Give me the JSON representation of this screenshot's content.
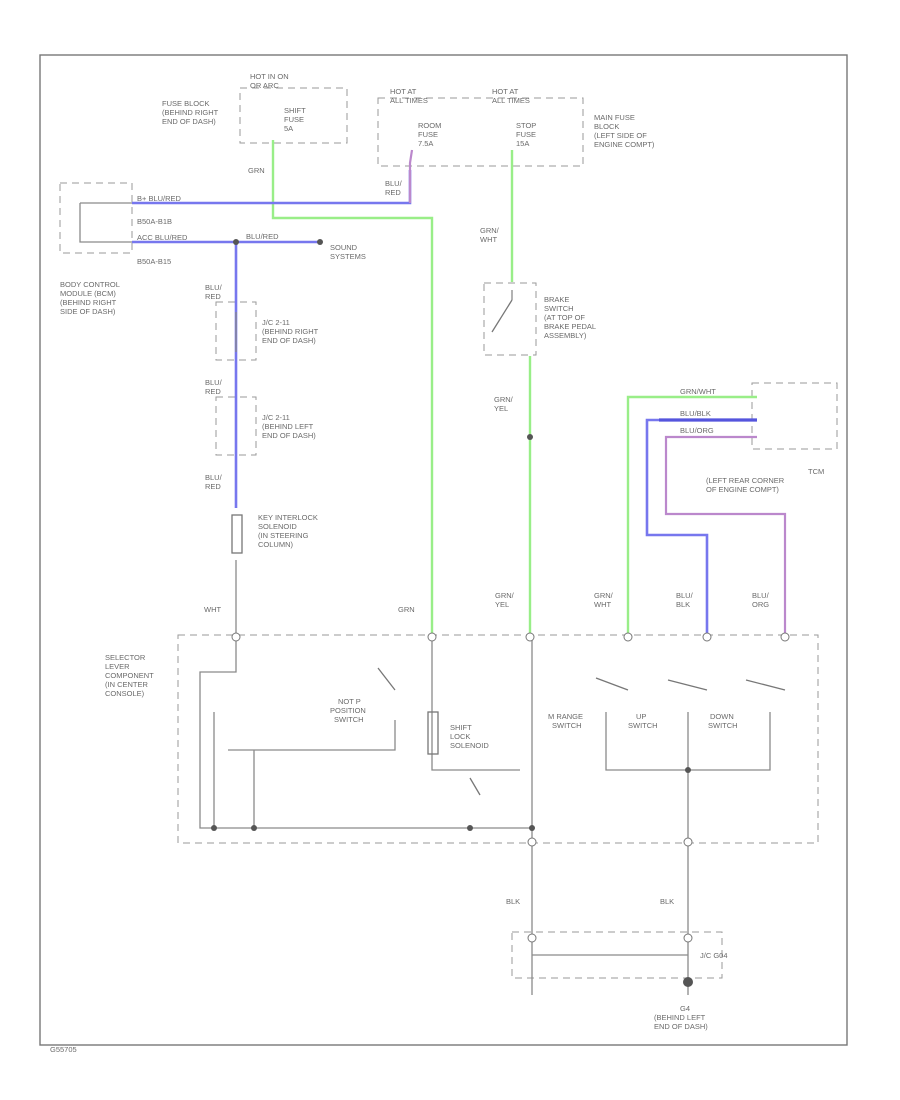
{
  "labels": {
    "hot_run_top1": "HOT IN ON",
    "hot_run_top2": "OR ARC",
    "fuse_block_1": "FUSE BLOCK",
    "fuse_block_2": "(BEHIND RIGHT",
    "fuse_block_3": "END OF DASH)",
    "shift_fuse_1": "SHIFT",
    "shift_fuse_2": "FUSE",
    "shift_fuse_3": "5A",
    "hot_at_all_1a": "HOT AT",
    "hot_at_all_1b": "ALL TIMES",
    "hot_at_all_2a": "HOT AT",
    "hot_at_all_2b": "ALL TIMES",
    "room_fuse_1": "ROOM",
    "room_fuse_2": "FUSE",
    "room_fuse_3": "7.5A",
    "stop_fuse_1": "STOP",
    "stop_fuse_2": "FUSE",
    "stop_fuse_3": "15A",
    "main_fuse_1": "MAIN FUSE",
    "main_fuse_2": "BLOCK",
    "main_fuse_3": "(LEFT SIDE OF",
    "main_fuse_4": "ENGINE COMPT)",
    "wire_grn_1": "GRN",
    "wire_blu_red_1a": "BLU/",
    "wire_blu_red_1b": "RED",
    "bcm_row1": "B+   BLU/RED",
    "bcm_row1b": "B50A-B1B",
    "bcm_row2": "ACC  BLU/RED",
    "bcm_row2b": "B50A-B15",
    "bcm_blu_red": "BLU/RED",
    "sound_systems_1": "SOUND",
    "sound_systems_2": "SYSTEMS",
    "bcm_1": "BODY CONTROL",
    "bcm_2": "MODULE (BCM)",
    "bcm_3": "(BEHIND RIGHT",
    "bcm_4": "SIDE OF DASH)",
    "wire_grn_wht_1a": "GRN/",
    "wire_grn_wht_1b": "WHT",
    "brake_sw_1": "BRAKE",
    "brake_sw_2": "SWITCH",
    "brake_sw_3": "(AT TOP OF",
    "brake_sw_4": "BRAKE PEDAL",
    "brake_sw_5": "ASSEMBLY)",
    "wire_blu_red_2a": "BLU/",
    "wire_blu_red_2b": "RED",
    "jc1_1": "J/C 2-11",
    "jc1_2": "(BEHIND RIGHT",
    "jc1_3": "END OF DASH)",
    "wire_blu_red_3a": "BLU/",
    "wire_blu_red_3b": "RED",
    "jc2_1": "J/C 2-11",
    "jc2_2": "(BEHIND LEFT",
    "jc2_3": "END OF DASH)",
    "wire_grn_yel_1a": "GRN/",
    "wire_grn_yel_1b": "YEL",
    "tcm_wire_1": "GRN/WHT",
    "tcm_wire_2": "BLU/BLK",
    "tcm_wire_3": "BLU/ORG",
    "tcm_1": "TCM",
    "tcm_2": "(LEFT REAR CORNER",
    "tcm_3": "OF ENGINE COMPT)",
    "wire_blu_red_4a": "BLU/",
    "wire_blu_red_4b": "RED",
    "key_interlock_1": "KEY INTERLOCK",
    "key_interlock_2": "SOLENOID",
    "key_interlock_3": "(IN STEERING",
    "key_interlock_4": "COLUMN)",
    "wire_wht": "WHT",
    "wire_grn_2": "GRN",
    "wire_grn_yel_2a": "GRN/",
    "wire_grn_yel_2b": "YEL",
    "wire_grn_wht_2a": "GRN/",
    "wire_grn_wht_2b": "WHT",
    "wire_blu_blk_a": "BLU/",
    "wire_blu_blk_b": "BLK",
    "wire_blu_org_a": "BLU/",
    "wire_blu_org_b": "ORG",
    "selector_1": "SELECTOR",
    "selector_2": "LEVER",
    "selector_3": "COMPONENT",
    "selector_4": "(IN CENTER",
    "selector_5": "CONSOLE)",
    "notp_1": "NOT P",
    "notp_2": "POSITION",
    "notp_3": "SWITCH",
    "shift_lock_1": "SHIFT",
    "shift_lock_2": "LOCK",
    "shift_lock_3": "SOLENOID",
    "mrange_1": "M RANGE",
    "mrange_2": "SWITCH",
    "up_1": "UP",
    "up_2": "SWITCH",
    "down_1": "DOWN",
    "down_2": "SWITCH",
    "wire_blk_1": "BLK",
    "wire_blk_2": "BLK",
    "jc3": "J/C G04",
    "ground_1": "G4",
    "ground_2": "(BEHIND LEFT",
    "ground_3": "END OF DASH)",
    "footer_code": "G55705"
  },
  "colors": {
    "grn_wire": "#99ee88",
    "blu_wire": "#7777ee",
    "vio_wire": "#bb88cc",
    "frame": "#777777"
  }
}
